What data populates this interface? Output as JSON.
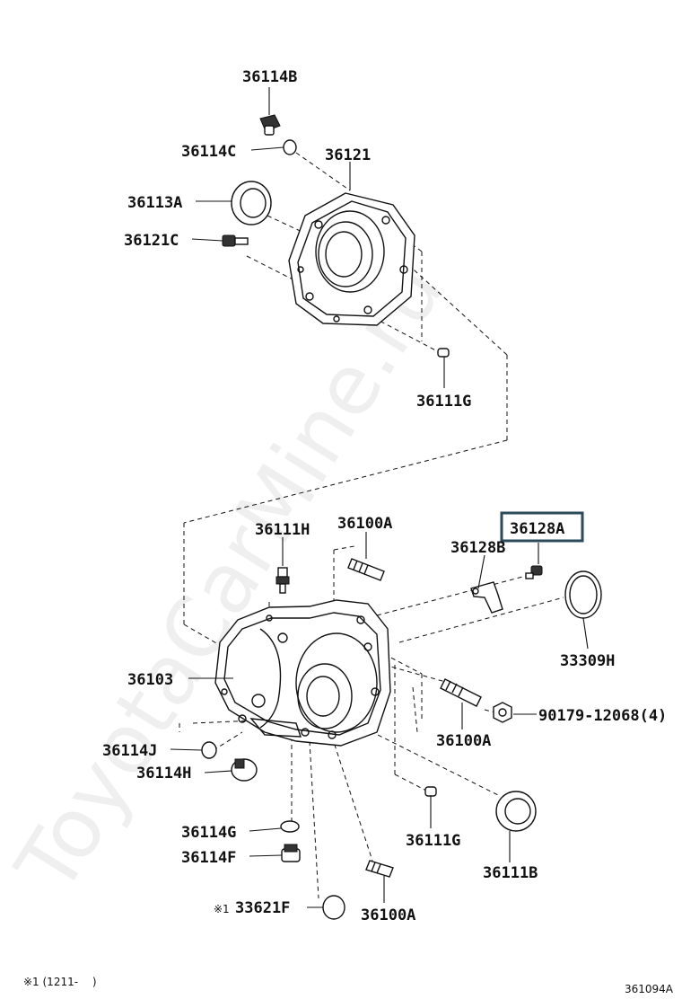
{
  "watermark": "ToyotaCarMine.ru",
  "labels": {
    "p36114B": "36114B",
    "p36114C": "36114C",
    "p36121": "36121",
    "p36113A": "36113A",
    "p36121C": "36121C",
    "p36111G_top": "36111G",
    "p36111H": "36111H",
    "p36100A_top": "36100A",
    "p36128A": "36128A",
    "p36128B": "36128B",
    "p33309H": "33309H",
    "p36103": "36103",
    "p90179": "90179-12068(4)",
    "p36100A_mid": "36100A",
    "p36114J": "36114J",
    "p36114H": "36114H",
    "p36111G_bot": "36111G",
    "p36114G": "36114G",
    "p36114F": "36114F",
    "p36111B": "36111B",
    "p33621F": "33621F",
    "p33621F_mark": "※1",
    "p36100A_bot": "36100A"
  },
  "footer": {
    "note": "※1 (1211-　 )",
    "code": "361094A"
  },
  "colors": {
    "highlight_box": "#2b4a5a",
    "line": "#111111"
  }
}
